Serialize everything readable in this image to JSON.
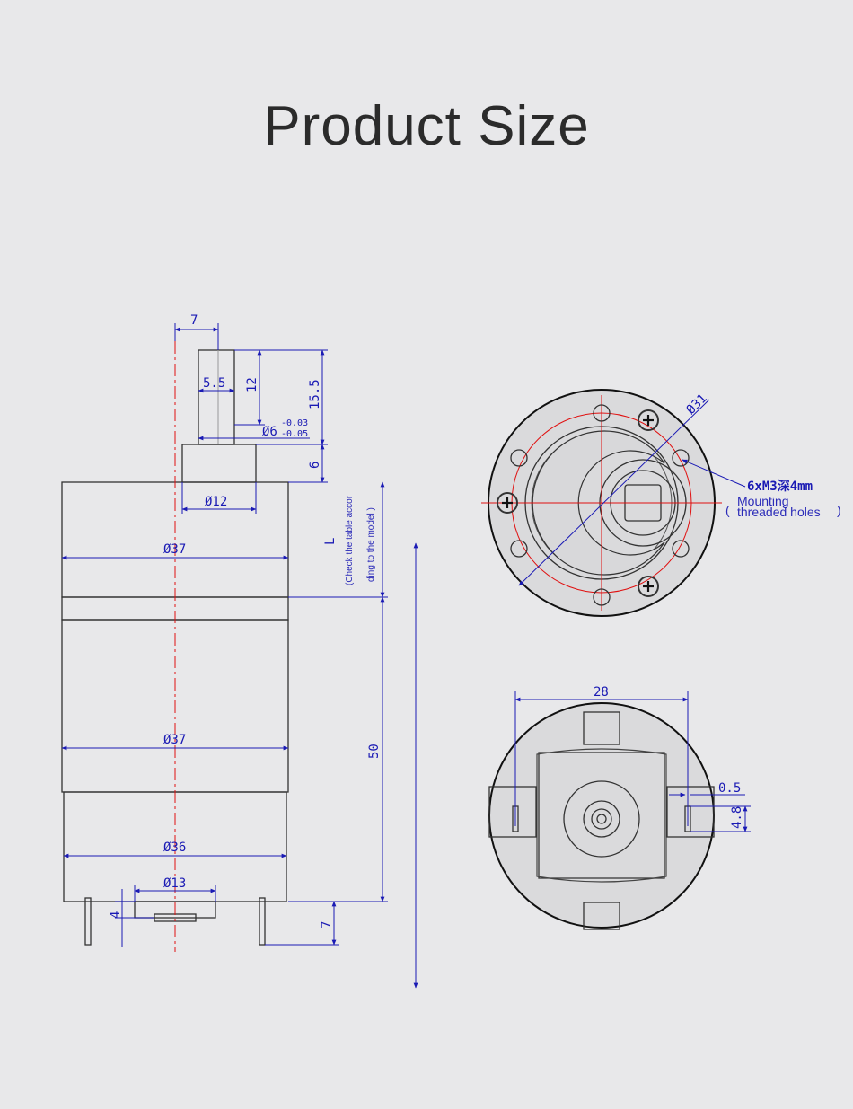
{
  "header": {
    "title": "Product Size"
  },
  "side_view": {
    "dims": {
      "shaft_flat_width": "7",
      "shaft_flat_dia": "5.5",
      "shaft_flat_len": "12",
      "shaft_len": "15.5",
      "shaft_dia": "Ø6",
      "shaft_tol_upper": "-0.03",
      "shaft_tol_lower": "-0.05",
      "boss_height": "6",
      "boss_dia": "Ø12",
      "gearbox_dia": "Ø37",
      "gearbox_len": "L",
      "gearbox_note_1": "(Check the table accor",
      "gearbox_note_2": "ding to the model  )",
      "motor_dia": "Ø37",
      "motor_len": "50",
      "endcap_dia": "Ø36",
      "bearing_dia": "Ø13",
      "bearing_height": "4",
      "terminal_len": "7"
    }
  },
  "front_view": {
    "pcd": "Ø31",
    "holes_label": "6xM3深4mm",
    "holes_note_1": "Mounting",
    "holes_note_2": "threaded holes",
    "paren_open": "(",
    "paren_close": ")"
  },
  "rear_view": {
    "terminal_span": "28",
    "terminal_thk": "0.5",
    "terminal_w": "4.8"
  },
  "colors": {
    "dimension": "#1a1ab4",
    "centerline": "#e01010",
    "outline": "#333333",
    "background": "#e8e8ea"
  }
}
